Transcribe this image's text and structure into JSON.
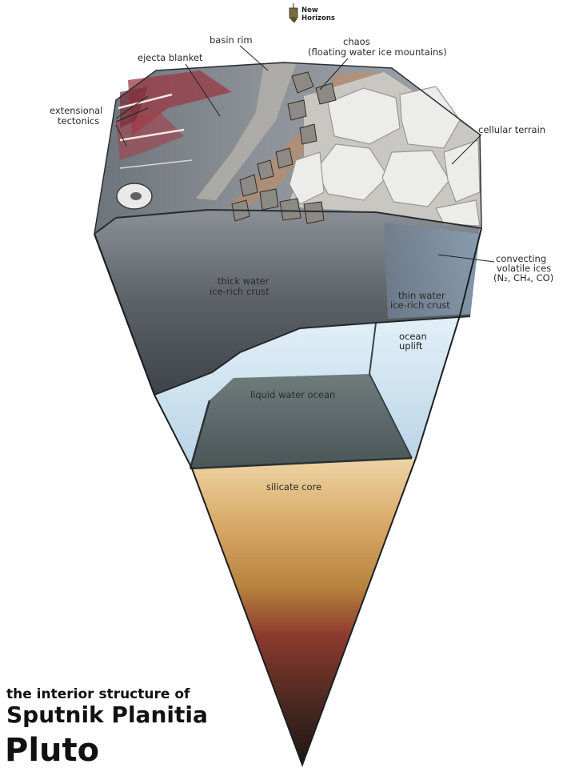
{
  "probe": {
    "line1": "New",
    "line2": "Horizons",
    "icon": "spacecraft-icon"
  },
  "labels": {
    "basin_rim": "basin rim",
    "chaos_1": "chaos",
    "chaos_2": "(floating water ice mountains)",
    "ejecta_blanket": "ejecta blanket",
    "extensional_1": "extensional",
    "extensional_2": "tectonics",
    "cellular_terrain": "cellular terrain",
    "convecting_1": "convecting",
    "convecting_2": "volatile ices",
    "convecting_3": "(N₂, CH₄, CO)",
    "thick_crust_1": "thick water",
    "thick_crust_2": "ice-rich crust",
    "thin_crust_1": "thin water",
    "thin_crust_2": "ice-rich crust",
    "ocean_uplift_1": "ocean",
    "ocean_uplift_2": "uplift",
    "liquid_ocean": "liquid water ocean",
    "silicate_core": "silicate core"
  },
  "title": {
    "line1": "the interior structure of",
    "line2": "Sputnik Planitia",
    "line3": "Pluto"
  },
  "colors": {
    "crust": "#6b7178",
    "ocean_light": "#cfe3f0",
    "ocean_dark": "#5c6a6e",
    "core_top": "#e9cfa0",
    "core_bottom": "#2e2119",
    "cellular": "#e8e8e6",
    "ejecta_red": "#9a3a44"
  }
}
